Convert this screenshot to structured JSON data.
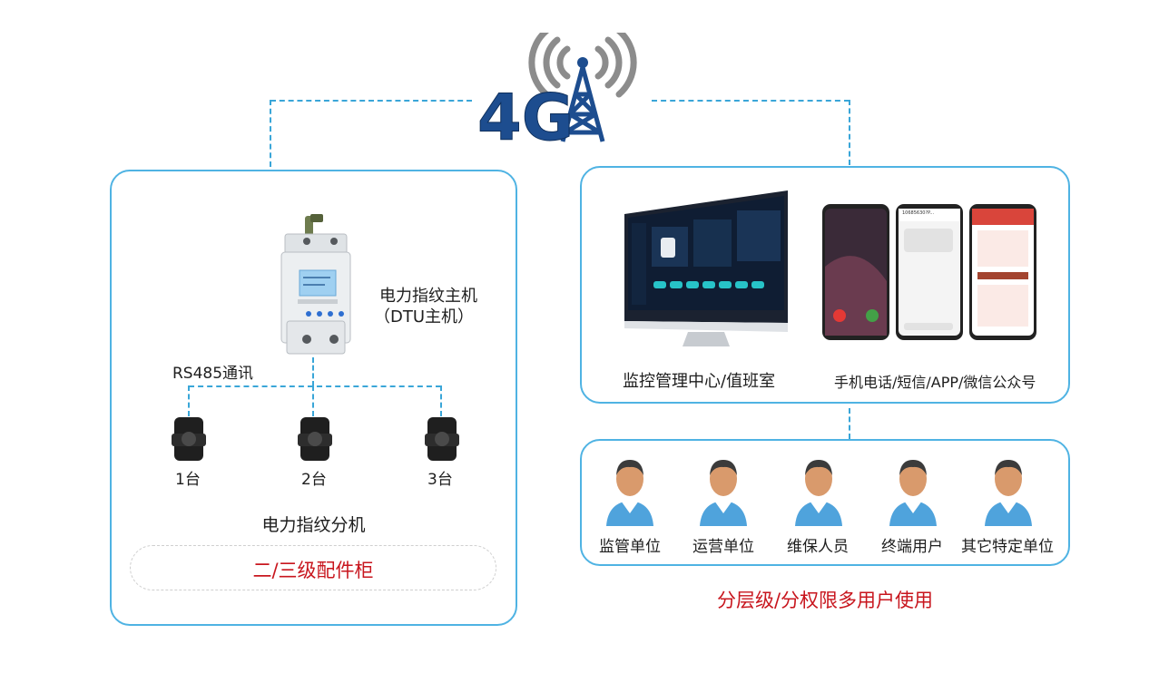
{
  "network": {
    "label": "4G",
    "icon": "tower-4g-icon"
  },
  "left_panel": {
    "host_label_line1": "电力指纹主机",
    "host_label_line2": "（DTU主机）",
    "comm_label": "RS485通讯",
    "sensors": [
      {
        "label": "1台"
      },
      {
        "label": "2台"
      },
      {
        "label": "3台"
      }
    ],
    "sub_label": "电力指纹分机",
    "cabinet_label": "二/三级配件柜"
  },
  "right_panel": {
    "monitor_label": "监控管理中心/值班室",
    "phone_label": "手机电话/短信/APP/微信公众号",
    "phones": [
      {
        "screen": "incoming-call"
      },
      {
        "screen": "sms",
        "header": "10685630?P..."
      },
      {
        "screen": "app"
      }
    ]
  },
  "users_panel": {
    "users": [
      {
        "label": "监管单位"
      },
      {
        "label": "运营单位"
      },
      {
        "label": "维保人员"
      },
      {
        "label": "终端用户"
      },
      {
        "label": "其它特定单位"
      }
    ]
  },
  "footer_label": "分层级/分权限多用户使用",
  "colors": {
    "line": "#3aa6d8",
    "panel_border": "#4fb3e3",
    "accent_red": "#c8161e",
    "tower_blue": "#1d4d8f"
  }
}
